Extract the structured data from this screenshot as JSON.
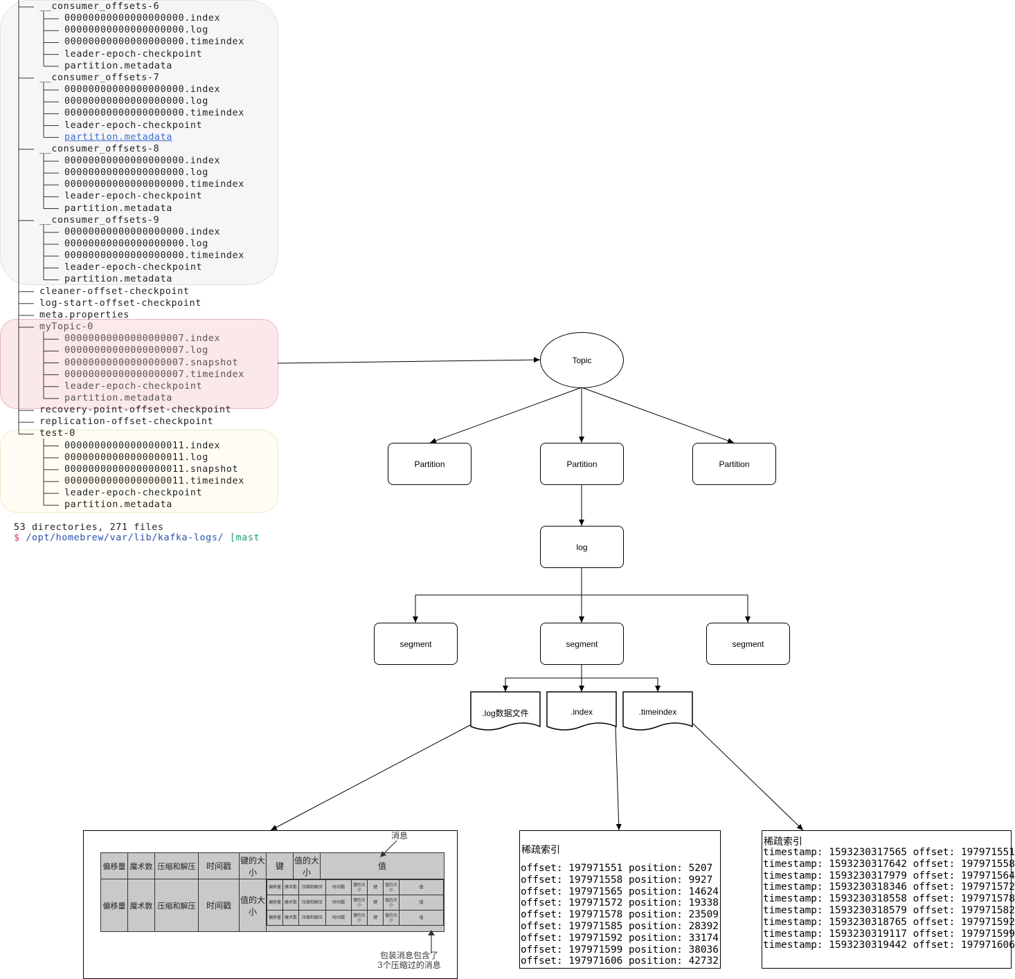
{
  "tree": {
    "lines": [
      {
        "text": "__consumer_offsets-6",
        "depth": 1
      },
      {
        "text": "00000000000000000000.index",
        "depth": 2
      },
      {
        "text": "00000000000000000000.log",
        "depth": 2
      },
      {
        "text": "00000000000000000000.timeindex",
        "depth": 2
      },
      {
        "text": "leader-epoch-checkpoint",
        "depth": 2
      },
      {
        "text": "partition.metadata",
        "depth": 2
      },
      {
        "text": "__consumer_offsets-7",
        "depth": 1
      },
      {
        "text": "00000000000000000000.index",
        "depth": 2
      },
      {
        "text": "00000000000000000000.log",
        "depth": 2
      },
      {
        "text": "00000000000000000000.timeindex",
        "depth": 2
      },
      {
        "text": "leader-epoch-checkpoint",
        "depth": 2
      },
      {
        "text": "partition.metadata",
        "depth": 2,
        "link": true
      },
      {
        "text": "__consumer_offsets-8",
        "depth": 1
      },
      {
        "text": "00000000000000000000.index",
        "depth": 2
      },
      {
        "text": "00000000000000000000.log",
        "depth": 2
      },
      {
        "text": "00000000000000000000.timeindex",
        "depth": 2
      },
      {
        "text": "leader-epoch-checkpoint",
        "depth": 2
      },
      {
        "text": "partition.metadata",
        "depth": 2
      },
      {
        "text": "__consumer_offsets-9",
        "depth": 1
      },
      {
        "text": "00000000000000000000.index",
        "depth": 2
      },
      {
        "text": "00000000000000000000.log",
        "depth": 2
      },
      {
        "text": "00000000000000000000.timeindex",
        "depth": 2
      },
      {
        "text": "leader-epoch-checkpoint",
        "depth": 2
      },
      {
        "text": "partition.metadata",
        "depth": 2
      },
      {
        "text": "cleaner-offset-checkpoint",
        "depth": 1
      },
      {
        "text": "log-start-offset-checkpoint",
        "depth": 1
      },
      {
        "text": "meta.properties",
        "depth": 1
      },
      {
        "text": "myTopic-0",
        "depth": 1,
        "dim": true
      },
      {
        "text": "00000000000000000007.index",
        "depth": 2,
        "dim": true
      },
      {
        "text": "00000000000000000007.log",
        "depth": 2,
        "dim": true
      },
      {
        "text": "00000000000000000007.snapshot",
        "depth": 2,
        "dim": true
      },
      {
        "text": "00000000000000000007.timeindex",
        "depth": 2,
        "dim": true
      },
      {
        "text": "leader-epoch-checkpoint",
        "depth": 2,
        "dim": true
      },
      {
        "text": "partition.metadata",
        "depth": 2,
        "dim": true
      },
      {
        "text": "recovery-point-offset-checkpoint",
        "depth": 1
      },
      {
        "text": "replication-offset-checkpoint",
        "depth": 1
      },
      {
        "text": "test-0",
        "depth": 1,
        "last": true
      },
      {
        "text": "00000000000000000011.index",
        "depth": 2
      },
      {
        "text": "00000000000000000011.log",
        "depth": 2
      },
      {
        "text": "00000000000000000011.snapshot",
        "depth": 2
      },
      {
        "text": "00000000000000000011.timeindex",
        "depth": 2
      },
      {
        "text": "leader-epoch-checkpoint",
        "depth": 2
      },
      {
        "text": "partition.metadata",
        "depth": 2
      }
    ],
    "summary": "53 directories, 271 files",
    "prompt_fragment": "$ /opt/homebrew/var/lib/kafka-logs/ [mast"
  },
  "diagram": {
    "topic": "Topic",
    "partitions": [
      "Partition",
      "Partition",
      "Partition"
    ],
    "log": "log",
    "segments": [
      "segment",
      "segment",
      "segment"
    ],
    "files": [
      ".log数据文件",
      ".index",
      ".timeindex"
    ]
  },
  "message_panel": {
    "header_cells": [
      "偏移量",
      "魔术数",
      "压缩和解压",
      "时间戳",
      "键的大小",
      "键",
      "值的大小",
      "值"
    ],
    "outer_cells": [
      "偏移量",
      "魔术数",
      "压缩和解压",
      "时间戳",
      "值的大小"
    ],
    "inner_cells": [
      "偏移量",
      "魔术数",
      "压缩和解压",
      "时间戳",
      "键的大小",
      "键",
      "值的大小",
      "值"
    ],
    "label_message": "消息",
    "note_line1": "包装消息包含了",
    "note_line2": "3个压缩过的消息"
  },
  "index_panel": {
    "title": "稀疏索引",
    "rows": [
      "offset: 197971551 position: 5207",
      "offset: 197971558 position: 9927",
      "offset: 197971565 position: 14624",
      "offset: 197971572 position: 19338",
      "offset: 197971578 position: 23509",
      "offset: 197971585 position: 28392",
      "offset: 197971592 position: 33174",
      "offset: 197971599 position: 38036",
      "offset: 197971606 position: 42732"
    ]
  },
  "timeindex_panel": {
    "title": "稀疏索引",
    "rows": [
      "timestamp: 1593230317565 offset: 197971551",
      "timestamp: 1593230317642 offset: 197971558",
      "timestamp: 1593230317979 offset: 197971564",
      "timestamp: 1593230318346 offset: 197971572",
      "timestamp: 1593230318558 offset: 197971578",
      "timestamp: 1593230318579 offset: 197971582",
      "timestamp: 1593230318765 offset: 197971592",
      "timestamp: 1593230319117 offset: 197971599",
      "timestamp: 1593230319442 offset: 197971606"
    ]
  }
}
